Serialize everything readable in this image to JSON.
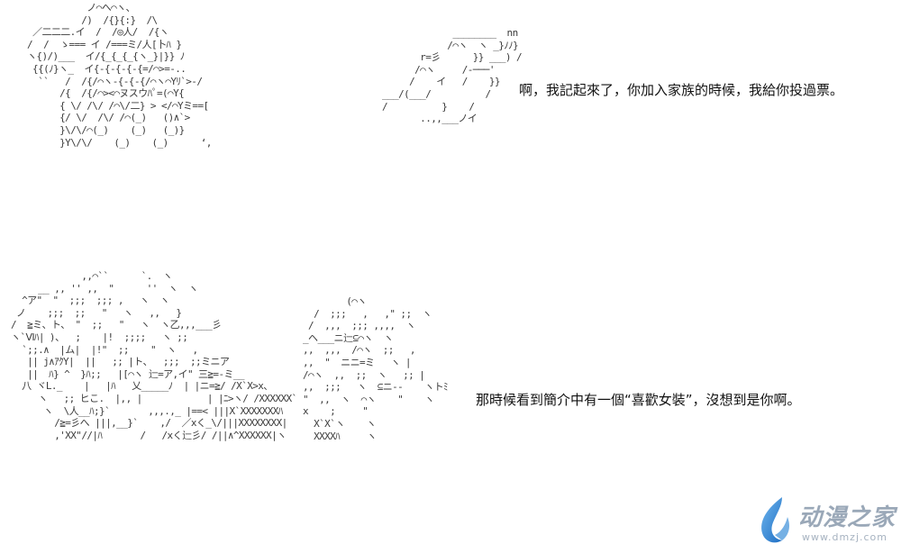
{
  "panels": [
    {
      "caption": "啊，我記起來了，你加入家族的時候，我給你投過票。",
      "ascii_art": "            ノ⌒へ⌒ヽ、\n           /)  /{}{:}  /\\\n  ／二二二.イ  /  /◎人/  /{ヽ\n /  /  ゝ=== イ /===ミ/人[卜ﾊ }\n ヽ{)/)___  イ/{_{_{_{ヽ_}|}} ﾉ\n  {{(ﾉ}ヽ_  イ{-{-{-{-{=/⌒>=-..\n   ``   /  /{/⌒ヽ-{-{-{/⌒ヽ⌒Yﾘ`>-/\n       /{  /{/⌒><⌒ヌスウﾊﾟ=(⌒Y{\n       { \\/ /\\/ /⌒\\/二} > </⌒Yミ==[\n       {/ \\/  /\\/ /⌒(_)   ()∧`>\n       }\\/\\/⌒(_)    (_)   (_)}\n       }Y\\/\\/    (_)    (_)      ‘,",
      "ascii_art_right": "              ________  nn\n             /⌒ヽ  ヽ _}ﾉﾉ}\n        r=彡      }} ___) /\n       /⌒ヽ     /-───'\n      /    イ   /    }}\n ___/(___/          /\n /          }    /\n        ..,,___ノイ"
    },
    {
      "caption": "那時候看到簡介中有一個“喜歡女裝”，沒想到是你啊。",
      "ascii_art": "              ,,⌒``      `.  ヽ\n      __ ,, '' ,,  \"      ''  ヽ  ヽ\n   ^ア\"  \"  ;;;  ;;; ,   ヽ  ヽ\n  ノ    ;;;  ;;   \"   ヽ   ,,   }\n /  ≧ミ、ト、 \"  ;;   \"   ヽ  ヽ乙,,,___彡\n ヽ`Ⅵﾊ| )、  ;    |!  ;;;;   ヽ ;;\n   `;;.∧  |ム|  |!\"  ;;    \"  ヽ   ,\n    || j∧ｱｸY|  ||   ;; |ト、  ;;;  ;;ミニア\n    ||  ﾊ} ^  }ﾊ;;   |[⌒ヽ 辷=ア,イ\" 三≧=-ミ__\n   八 ヾL._    |   |ﾊ   乂_____ﾉ  | |ニ=≧/ /X`X>x、\n      ヽ   ;; ヒこ.  |,, |            | |ﾆ>ヽ/ /XXXXXX`\n       ヽ  \\人__ﾊ;}`       ,,,.,_ |==< |||X`XXXXXXXﾊ\n         /≧=彡へ |||,__}`    ,/  ／xく_\\/|||XXXXXXXX|\n         ,'XX\"//|ﾊ       /   /xく辷彡/ /||∧^XXXXXX|ヽ",
      "ascii_art_right": "         (⌒ヽ\n   /  ;;;   ,   ,\" ;;  ヽ\n  /  ,,,  ;;; ,,,,  ヽ\n _ヘ___ニ辷⊆⌒ヽ  ヽ\n ,,  ,,,  /⌒ヽ  ;;   ,\n ,,  \"  ニニ=ミ   ヽ |\n /⌒ヽ  ,,  ;;  ヽ   ;; |\n ,,  ;;;   ヽ  ⊆ニ--    ヽトﾐ\n \"  ,,  ヽ  ⌒ヽ    \"    ヽ\n x    ;     \"\n   X`X`ヽ    ヽ\n   XXXXﾊ     ヽ"
    }
  ],
  "watermark": {
    "title": "动漫之家",
    "url": "www.dmzj.com",
    "logo_icon": "blue-leaf-icon",
    "color": "#9aa8b8",
    "logo_color": "#3a8fd8"
  }
}
